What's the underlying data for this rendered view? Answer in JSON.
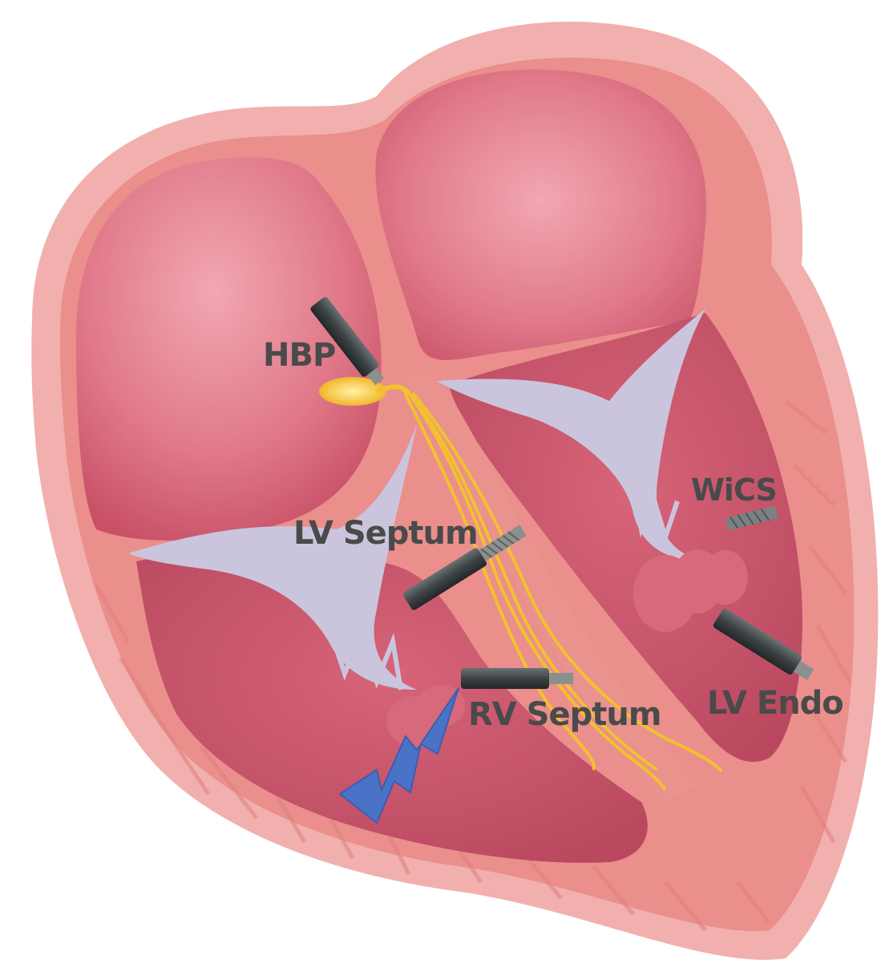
{
  "labels": {
    "hbp": "HBP",
    "lv_septum": "LV Septum",
    "wics": "WiCS",
    "rv_septum": "RV Septum",
    "lv_endo": "LV Endo"
  },
  "colors": {
    "outer_wall": "#f2aeae",
    "myocardium": "#ec8e8e",
    "chamber": "#d9657a",
    "chamber_light": "#ef9aa6",
    "valve": "#c9c6dc",
    "conduction": "#f2c12e",
    "lead": "#3d4344",
    "label": "#4a4a4a",
    "lightning": "#4a72c6"
  },
  "icons": {
    "pacing_spike": "lightning-bolt-icon"
  }
}
